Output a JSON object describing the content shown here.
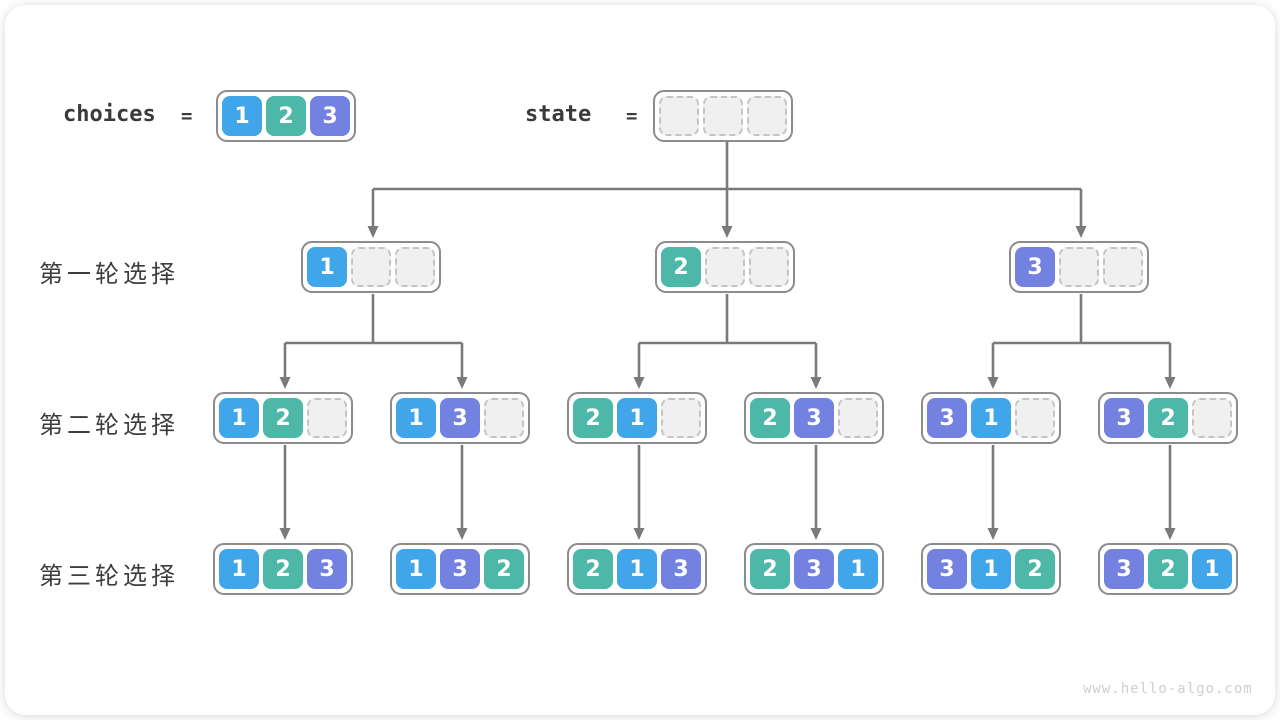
{
  "diagram": {
    "watermark": "www.hello-algo.com",
    "header": {
      "choices_label": "choices",
      "equals": "=",
      "choices": [
        1,
        2,
        3
      ],
      "state_label": "state",
      "state": [
        null,
        null,
        null
      ]
    },
    "rounds": [
      {
        "label": "第一轮选择",
        "boxes": [
          [
            1,
            null,
            null
          ],
          [
            2,
            null,
            null
          ],
          [
            3,
            null,
            null
          ]
        ]
      },
      {
        "label": "第二轮选择",
        "boxes": [
          [
            1,
            2,
            null
          ],
          [
            1,
            3,
            null
          ],
          [
            2,
            1,
            null
          ],
          [
            2,
            3,
            null
          ],
          [
            3,
            1,
            null
          ],
          [
            3,
            2,
            null
          ]
        ]
      },
      {
        "label": "第三轮选择",
        "boxes": [
          [
            1,
            2,
            3
          ],
          [
            1,
            3,
            2
          ],
          [
            2,
            1,
            3
          ],
          [
            2,
            3,
            1
          ],
          [
            3,
            1,
            2
          ],
          [
            3,
            2,
            1
          ]
        ]
      }
    ],
    "colors": {
      "value1": "#41A5EA",
      "value2": "#4DB8A8",
      "value3": "#7381E0",
      "empty_fill": "#F0F0F0",
      "empty_border": "#C4C4C4",
      "connector": "#7A7A7A"
    }
  }
}
